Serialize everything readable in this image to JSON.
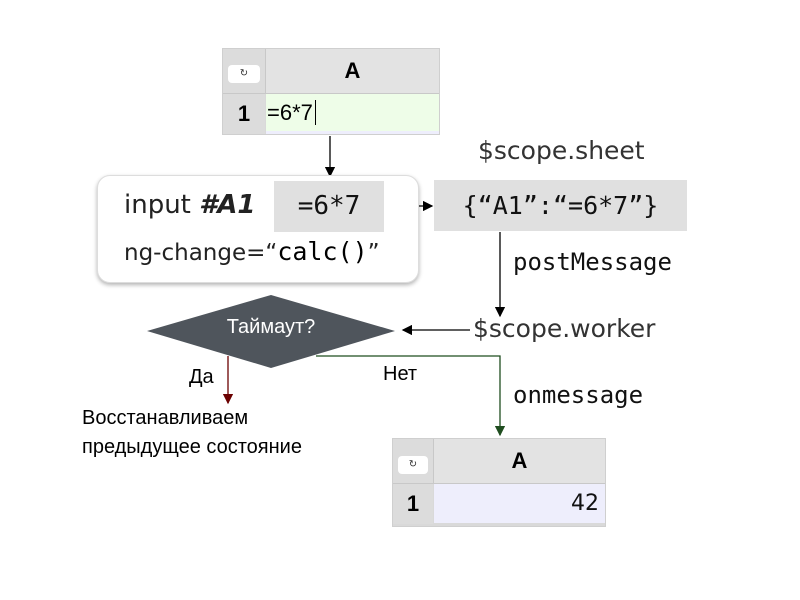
{
  "top_sheet": {
    "corner_icon": "refresh-icon",
    "corner_glyph": "↻",
    "column": "A",
    "row": "1",
    "cell_value": "=6*7"
  },
  "input_box": {
    "label_prefix": "input ",
    "label_id": "#A1",
    "value": "=6*7",
    "attr_prefix": "ng-change=“",
    "attr_code": "calc()",
    "attr_suffix": "”"
  },
  "scope_sheet": {
    "label": "$scope.sheet",
    "json": "{“A1”:“=6*7”}"
  },
  "post_message": "postMessage",
  "scope_worker": "$scope.worker",
  "decision": {
    "question": "Таймаут?",
    "yes": "Да",
    "no": "Нет"
  },
  "restore_text": [
    "Восстанавливаем",
    "предыдущее состояние"
  ],
  "on_message": "onmessage",
  "bottom_sheet": {
    "corner_icon": "refresh-icon",
    "corner_glyph": "↻",
    "column": "A",
    "row": "1",
    "cell_value": "42"
  },
  "colors": {
    "diamond": "#4f555c",
    "yes_line": "#6b0000",
    "no_line": "#1f4d1f",
    "input_cell": "#eefde8",
    "result_cell": "#eeeefc"
  }
}
